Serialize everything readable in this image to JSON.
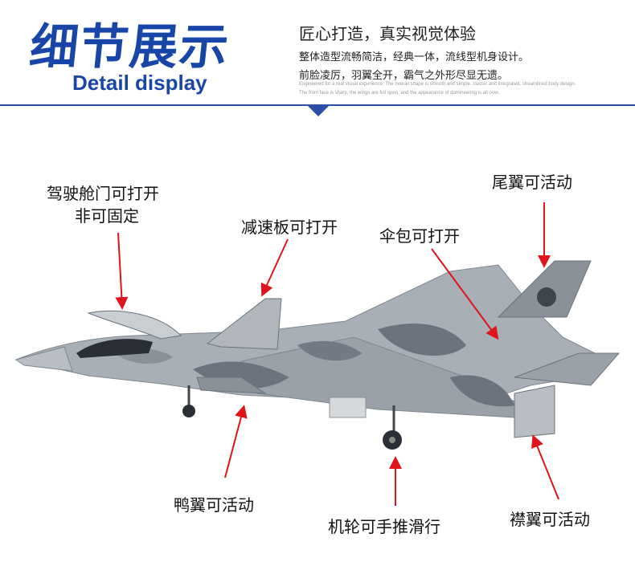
{
  "header": {
    "title_cn": "细节展示",
    "title_en": "Detail display",
    "tagline_main": "匠心打造，真实视觉体验",
    "tagline_sub1": "整体造型流畅简洁，经典一体，流线型机身设计。",
    "tagline_sub2": "前脸凌厉，羽翼全开，霸气之外形尽显无遗。",
    "tagline_en1": "Engineered for a real visual experience. The overall shape is smooth and simple, classic and integrated, streamlined body design.",
    "tagline_en2": "The front face is sharp, the wings are full open, and the appearance of domineering is all over."
  },
  "labels": {
    "canopy_line1": "驾驶舱门可打开",
    "canopy_line2": "非可固定",
    "airbrake": "减速板可打开",
    "parachute": "伞包可打开",
    "tail": "尾翼可活动",
    "canard": "鸭翼可活动",
    "wheels": "机轮可手推滑行",
    "flaps": "襟翼可活动"
  },
  "colors": {
    "brand_blue": "#1746a8",
    "arrow_red": "#e0141b",
    "jet_light": "#a9afb6",
    "jet_dark": "#6b737c"
  }
}
